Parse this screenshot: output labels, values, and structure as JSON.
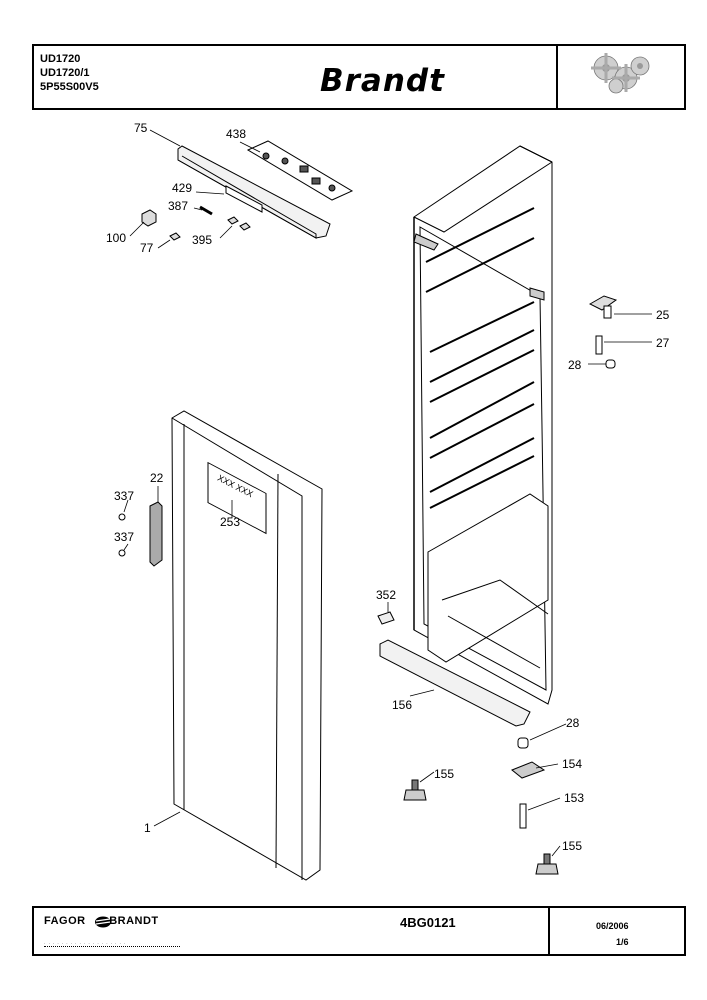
{
  "header": {
    "models": [
      "UD1720",
      "UD1720/1",
      "5P55S00V5"
    ],
    "brand": "Brandt"
  },
  "callouts": [
    {
      "id": "75",
      "label": "75"
    },
    {
      "id": "438",
      "label": "438"
    },
    {
      "id": "429",
      "label": "429"
    },
    {
      "id": "387",
      "label": "387"
    },
    {
      "id": "100",
      "label": "100"
    },
    {
      "id": "395",
      "label": "395"
    },
    {
      "id": "77",
      "label": "77"
    },
    {
      "id": "25",
      "label": "25"
    },
    {
      "id": "27",
      "label": "27"
    },
    {
      "id": "28a",
      "label": "28"
    },
    {
      "id": "337a",
      "label": "337"
    },
    {
      "id": "22",
      "label": "22"
    },
    {
      "id": "337b",
      "label": "337"
    },
    {
      "id": "253",
      "label": "253"
    },
    {
      "id": "352",
      "label": "352"
    },
    {
      "id": "156",
      "label": "156"
    },
    {
      "id": "28b",
      "label": "28"
    },
    {
      "id": "154",
      "label": "154"
    },
    {
      "id": "155a",
      "label": "155"
    },
    {
      "id": "153",
      "label": "153"
    },
    {
      "id": "155b",
      "label": "155"
    },
    {
      "id": "1",
      "label": "1"
    }
  ],
  "door_label": "XXX XXX",
  "footer": {
    "brand_left": "FAGOR",
    "brand_right": "BRANDT",
    "subtitle": "· · · · · · · · · · · · · · · · · · ·",
    "reference": "4BG0121",
    "date": "06/2006",
    "page": "1/6"
  },
  "icons": {
    "logo_box": "gears-icon"
  }
}
